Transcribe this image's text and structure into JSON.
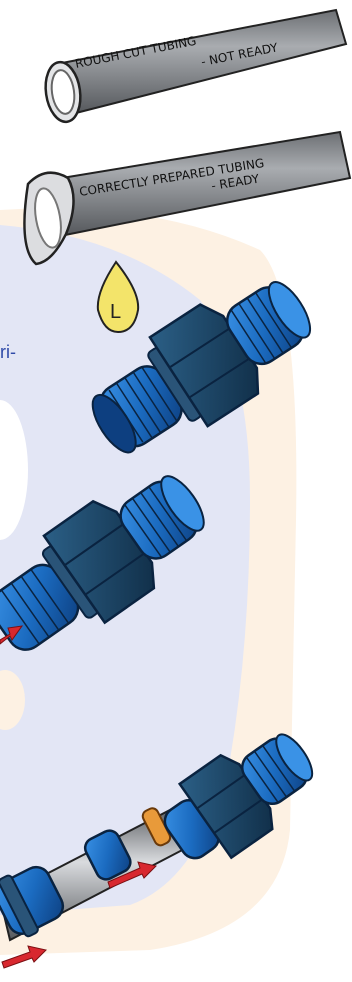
{
  "labels": {
    "rough_tube": "ROUGH CUT TUBING",
    "rough_tube_status": "- NOT READY",
    "prepared_tube": "CORRECTLY PREPARED TUBING",
    "prepared_tube_status": "- READY",
    "lubricant_drop": "L",
    "text_fragment": "ri-"
  },
  "colors": {
    "fitting_blue": "#1b6bc0",
    "fitting_dark": "#14324f",
    "tube_gray": "#8c8f93",
    "background_blob": "#fdf1e3",
    "background_shape": "#e3e6f5",
    "lubricant_yellow": "#f3e46a",
    "arrow_red": "#d8282f",
    "sleeve_orange": "#e89a3a"
  }
}
